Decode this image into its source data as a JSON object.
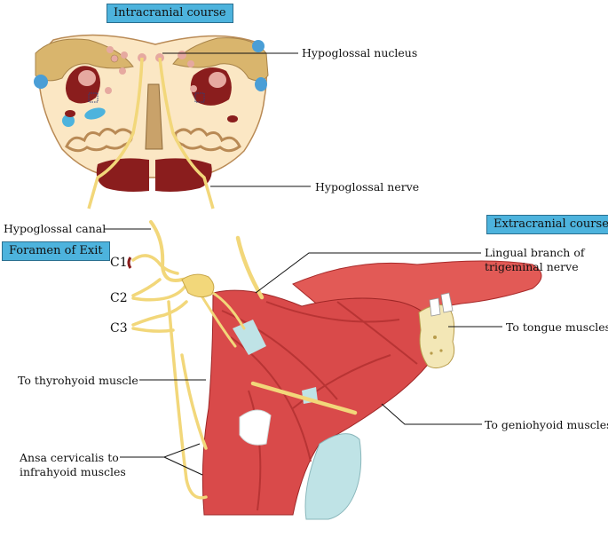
{
  "sections": {
    "intracranial": "Intracranial course",
    "foramen": "Foramen of Exit",
    "extracranial": "Extracranial course"
  },
  "labels": {
    "hypoglossal_nucleus": "Hypoglossal nucleus",
    "hypoglossal_nerve": "Hypoglossal nerve",
    "hypoglossal_canal": "Hypoglossal canal",
    "lingual_branch_line1": "Lingual branch of",
    "lingual_branch_line2": "trigeminal nerve",
    "to_tongue_muscles": "To tongue muscles",
    "to_thyrohyoid_muscle": "To thyrohyoid muscle",
    "to_geniohyoid_muscles": "To geniohyoid muscles",
    "ansa_line1": "Ansa cervicalis to",
    "ansa_line2": "infrahyoid muscles"
  },
  "cervical_roots": [
    "C1",
    "C2",
    "C3"
  ],
  "colors": {
    "label_box": "#4db3dd",
    "nerve": "#f2d77a",
    "muscle": "#d94a4a",
    "brainstem": "#fbe7c4",
    "nucleus_dark": "#8a1d1d",
    "cartilage": "#bfe3e6"
  }
}
